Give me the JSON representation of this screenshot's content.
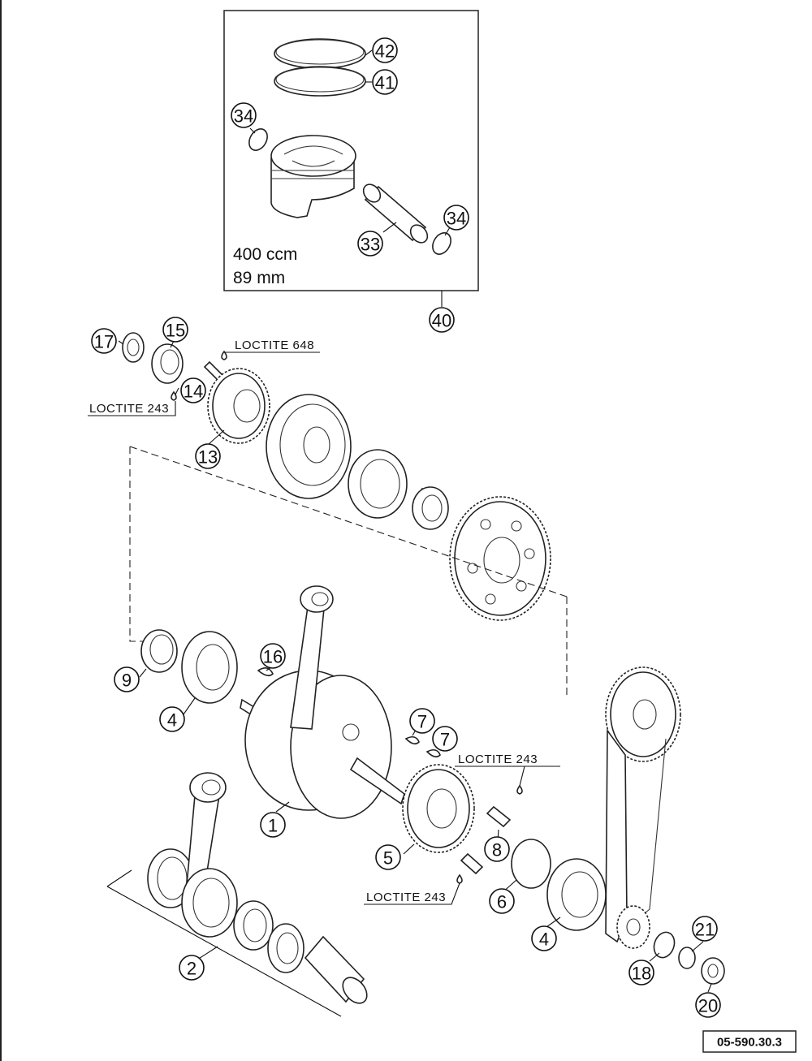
{
  "piston_spec": {
    "displacement": "400 ccm",
    "bore": "89 mm"
  },
  "callouts": [
    {
      "id": "c42",
      "label": "42"
    },
    {
      "id": "c41",
      "label": "41"
    },
    {
      "id": "c34a",
      "label": "34"
    },
    {
      "id": "c34b",
      "label": "34"
    },
    {
      "id": "c33",
      "label": "33"
    },
    {
      "id": "c40",
      "label": "40"
    },
    {
      "id": "c17",
      "label": "17"
    },
    {
      "id": "c15",
      "label": "15"
    },
    {
      "id": "c14",
      "label": "14"
    },
    {
      "id": "c13",
      "label": "13"
    },
    {
      "id": "c16",
      "label": "16"
    },
    {
      "id": "c9",
      "label": "9"
    },
    {
      "id": "c4a",
      "label": "4"
    },
    {
      "id": "c7a",
      "label": "7"
    },
    {
      "id": "c7b",
      "label": "7"
    },
    {
      "id": "c1",
      "label": "1"
    },
    {
      "id": "c8",
      "label": "8"
    },
    {
      "id": "c5",
      "label": "5"
    },
    {
      "id": "c6",
      "label": "6"
    },
    {
      "id": "c4b",
      "label": "4"
    },
    {
      "id": "c2",
      "label": "2"
    },
    {
      "id": "c21",
      "label": "21"
    },
    {
      "id": "c18",
      "label": "18"
    },
    {
      "id": "c20",
      "label": "20"
    }
  ],
  "notes": {
    "loctite_648": "LOCTITE 648",
    "loctite_243_left": "LOCTITE 243",
    "loctite_243_right_top": "LOCTITE 243",
    "loctite_243_right_bottom": "LOCTITE 243"
  },
  "reference_number": "05-590.30.3"
}
